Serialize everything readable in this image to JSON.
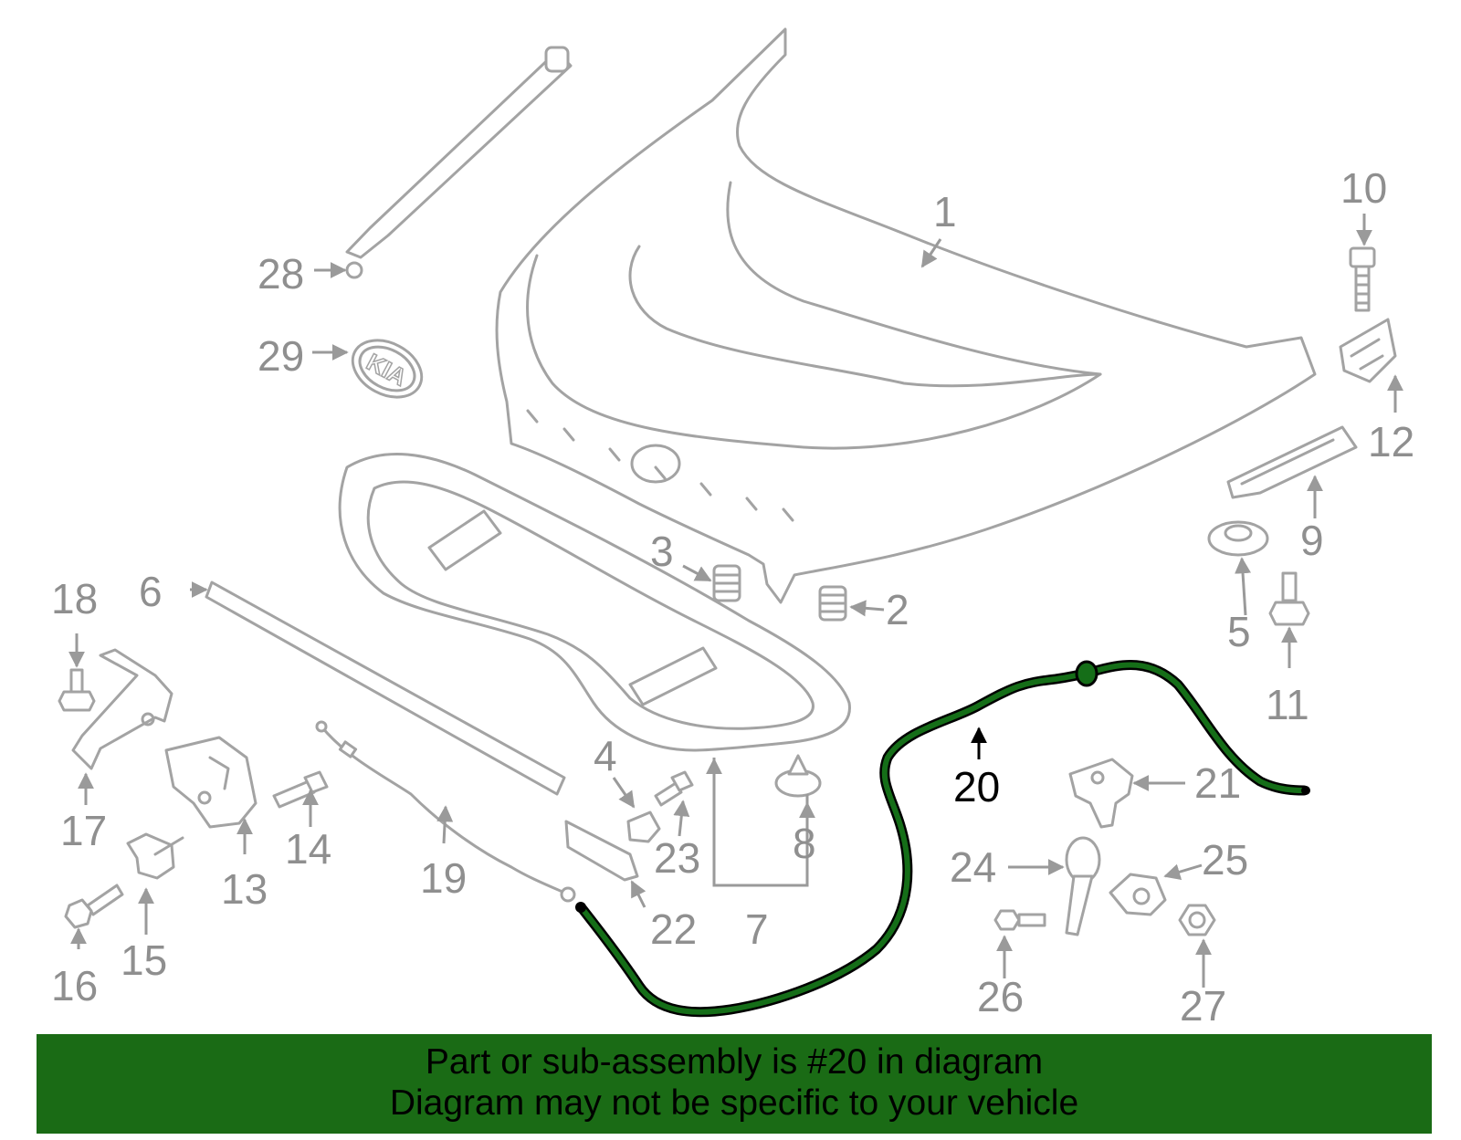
{
  "callouts": {
    "c1": "1",
    "c2": "2",
    "c3": "3",
    "c4": "4",
    "c5": "5",
    "c6": "6",
    "c7": "7",
    "c8": "8",
    "c9": "9",
    "c10": "10",
    "c11": "11",
    "c12": "12",
    "c13": "13",
    "c14": "14",
    "c15": "15",
    "c16": "16",
    "c17": "17",
    "c18": "18",
    "c19": "19",
    "c20": "20",
    "c21": "21",
    "c22": "22",
    "c23": "23",
    "c24": "24",
    "c25": "25",
    "c26": "26",
    "c27": "27",
    "c28": "28",
    "c29": "29"
  },
  "emblem_text": "KIA",
  "highlighted_part": "20",
  "colors": {
    "highlight": "#156e18",
    "banner": "#1a6b15",
    "line_art": "#a3a3a3",
    "callout_text": "#8f8f8f"
  },
  "banner": {
    "line1": "Part or sub-assembly is #20 in diagram",
    "line2": "Diagram may not be specific to your vehicle"
  }
}
